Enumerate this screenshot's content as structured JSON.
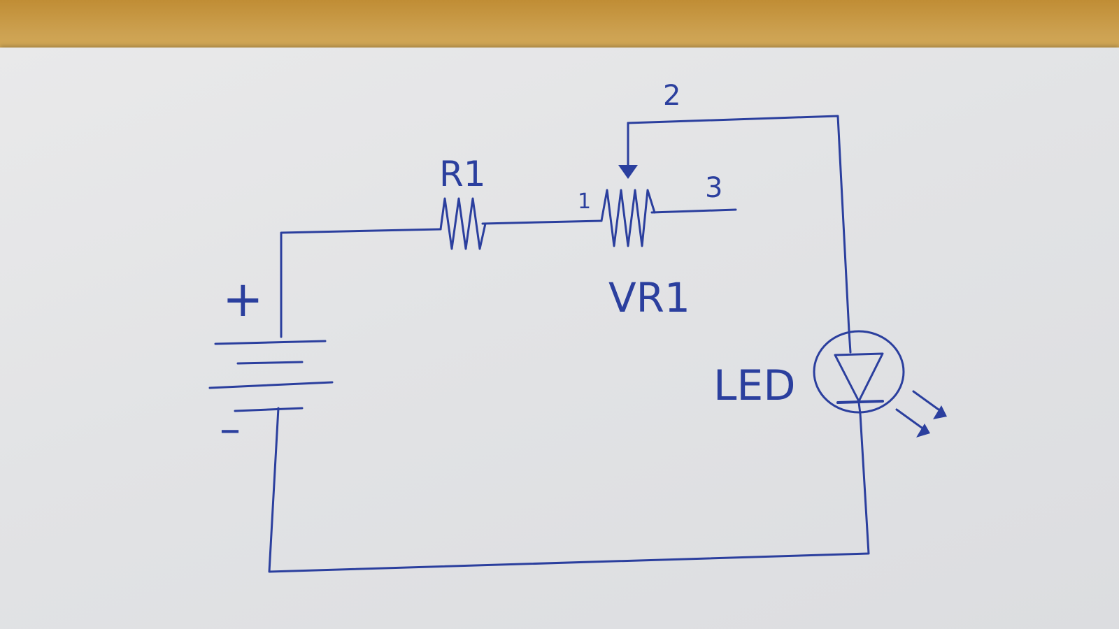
{
  "diagram": {
    "ink_color": "#2b3f9e",
    "paper_color": "#e3e4e6",
    "table_color": "#c9a24a",
    "labels": {
      "resistor": "R1",
      "pot": "VR1",
      "pin1": "1",
      "pin2": "2",
      "pin3": "3",
      "plus": "+",
      "minus": "–",
      "led": "LED"
    }
  }
}
